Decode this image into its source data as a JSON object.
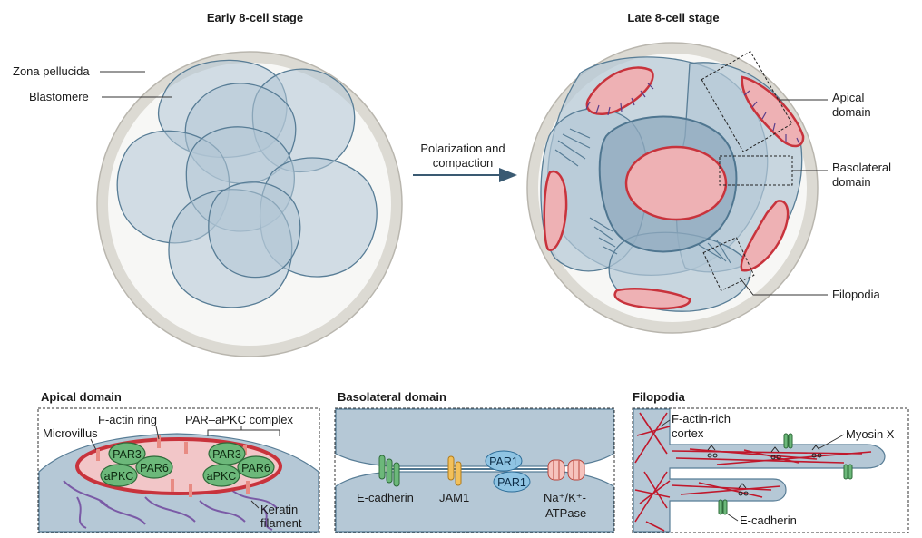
{
  "top": {
    "early": {
      "title": "Early 8-cell stage",
      "zona_label": "Zona pellucida",
      "blastomere_label": "Blastomere"
    },
    "arrow_label": [
      "Polarization and",
      "compaction"
    ],
    "late": {
      "title": "Late 8-cell stage",
      "apical_label": [
        "Apical",
        "domain"
      ],
      "basolateral_label": [
        "Basolateral",
        "domain"
      ],
      "filopodia_label": "Filopodia"
    }
  },
  "panels": {
    "apical": {
      "title": "Apical domain",
      "microvillus": "Microvillus",
      "factin_ring": "F-actin ring",
      "par_complex": "PAR–aPKC complex",
      "proteins": [
        "PAR3",
        "PAR6",
        "aPKC"
      ],
      "keratin": [
        "Keratin",
        "filament"
      ]
    },
    "basolateral": {
      "title": "Basolateral domain",
      "ecadherin": "E-cadherin",
      "jam1": "JAM1",
      "par1": "PAR1",
      "napump_line1": "Na⁺/K⁺-",
      "napump_line2": "ATPase"
    },
    "filopodia": {
      "title": "Filopodia",
      "cortex": [
        "F-actin-rich",
        "cortex"
      ],
      "myosin": "Myosin X",
      "ecadherin": "E-cadherin"
    }
  },
  "colors": {
    "zona": "#d9d7d0",
    "cell_fill": "#b5c8d6",
    "cell_edge": "#5a7f98",
    "apical_red": "#c8333c",
    "apical_pink": "#eeb1b4",
    "par_green": "#6cb87a",
    "par1_blue": "#8fc4e3",
    "jam_yellow": "#f2c05a",
    "actin_red": "#c0182c"
  }
}
